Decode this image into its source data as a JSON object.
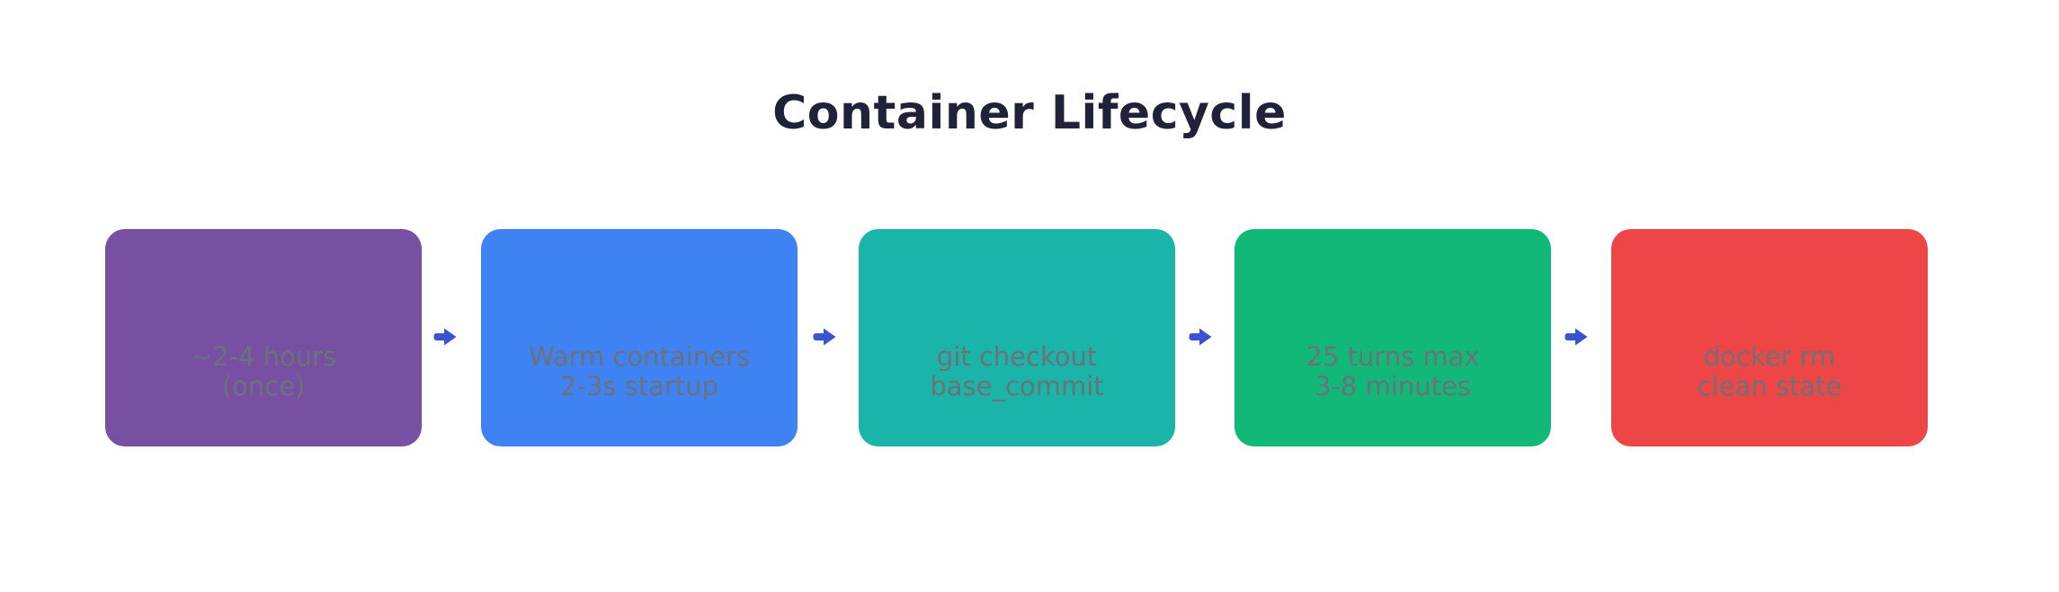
{
  "title": "Container Lifecycle",
  "title_color": "#20223A",
  "background": "#FFFFFF",
  "step_text_color": "#6C7278",
  "steps": [
    {
      "name": "image-build",
      "label_line1": "~2-4 hours",
      "label_line2": "(once)",
      "color": "#7750A3"
    },
    {
      "name": "warm-containers",
      "label_line1": "Warm containers",
      "label_line2": "2-3s startup",
      "color": "#3E82F3"
    },
    {
      "name": "git-checkout",
      "label_line1": "git checkout",
      "label_line2": "base_commit",
      "color": "#1AB4A8"
    },
    {
      "name": "agent-run",
      "label_line1": "25 turns max",
      "label_line2": "3-8 minutes",
      "color": "#12B877"
    },
    {
      "name": "docker-cleanup",
      "label_line1": "docker rm",
      "label_line2": "clean state",
      "color": "#EE4646"
    }
  ],
  "arrow": {
    "color": "#3A53CE",
    "glyph": "right-arrow"
  }
}
